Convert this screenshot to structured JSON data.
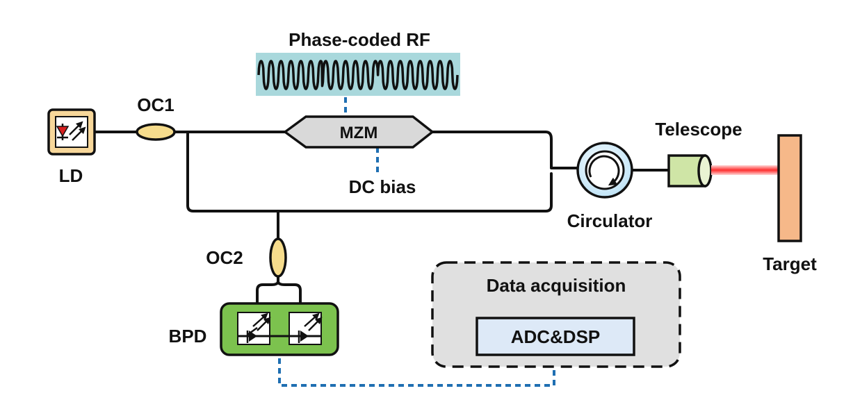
{
  "labels": {
    "rf": "Phase-coded RF",
    "mzm": "MZM",
    "dc_bias": "DC bias",
    "ld": "LD",
    "oc1": "OC1",
    "oc2": "OC2",
    "bpd": "BPD",
    "circulator": "Circulator",
    "telescope": "Telescope",
    "target": "Target",
    "daq": "Data acquisition",
    "adc": "ADC&DSP"
  },
  "colors": {
    "fiber": "#111111",
    "electrical": "#1f6fb2",
    "rf_background": "#a9d8dc",
    "ld_fill": "#f7d79a",
    "oc_fill": "#f6dc8c",
    "bpd_fill": "#7cc24e",
    "telescope_fill": "#cfe5a6",
    "laser_beam": "#ff3b3b",
    "target_fill": "#f6b889",
    "daq_fill": "#e0e0e0",
    "adc_fill": "#dde9f7",
    "circulator_fill": "#dff0fb"
  }
}
